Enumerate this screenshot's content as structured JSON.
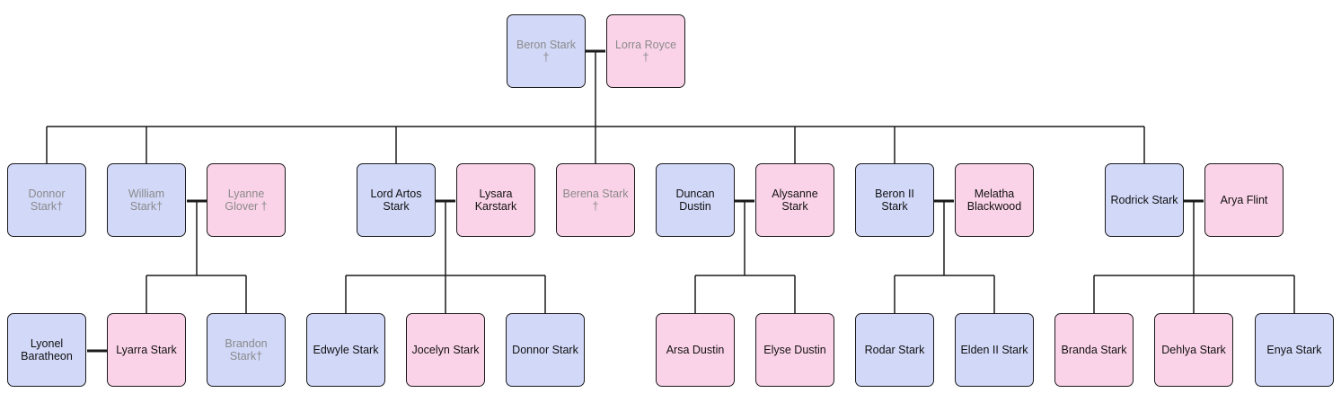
{
  "colors": {
    "male": "#d2d8f8",
    "female": "#fbd3e8",
    "deceased_text": "#8a8a8a",
    "line": "#1a1a1a"
  },
  "people": {
    "beron": "Beron Stark\n†",
    "lorra": "Lorra Royce\n†",
    "donnor_elder": "Donnor\nStark†",
    "william": "William\nStark†",
    "lyanne": "Lyanne\nGlover †",
    "artos": "Lord Artos\nStark",
    "lysara": "Lysara\nKarstark",
    "berena": "Berena Stark\n†",
    "duncan": "Duncan\nDustin",
    "alysanne": "Alysanne\nStark",
    "beron2": "Beron II\nStark",
    "melatha": "Melatha\nBlackwood",
    "rodrick": "Rodrick Stark",
    "arya": "Arya Flint",
    "lyonel": "Lyonel\nBaratheon",
    "lyarra": "Lyarra Stark",
    "brandon": "Brandon\nStark†",
    "edwyle": "Edwyle Stark",
    "jocelyn": "Jocelyn Stark",
    "donnor": "Donnor Stark",
    "arsa": "Arsa Dustin",
    "elyse": "Elyse Dustin",
    "rodar": "Rodar Stark",
    "elden2": "Elden II Stark",
    "branda": "Branda Stark",
    "dehlya": "Dehlya Stark",
    "enya": "Enya Stark"
  }
}
